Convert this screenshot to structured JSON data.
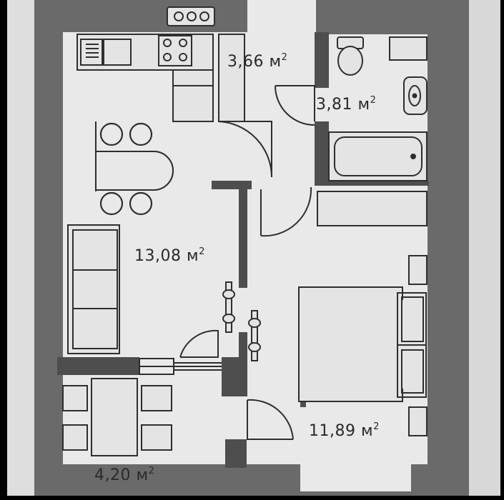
{
  "rooms": [
    {
      "id": "hall",
      "area": "3,66 м",
      "unit_sup": "2"
    },
    {
      "id": "bathroom",
      "area": "3,81 м",
      "unit_sup": "2"
    },
    {
      "id": "kitchen-living",
      "area": "13,08 м",
      "unit_sup": "2"
    },
    {
      "id": "bedroom",
      "area": "11,89 м",
      "unit_sup": "2"
    },
    {
      "id": "balcony",
      "area": "4,20 м",
      "unit_sup": "2"
    }
  ],
  "colors": {
    "frame": "#000000",
    "paper": "#e9e9e9",
    "wall": "#5a5a5a",
    "outer_wall": "#6e6e6e",
    "line": "#2e2e2e",
    "furniture_fill": "#e4e4e4"
  }
}
